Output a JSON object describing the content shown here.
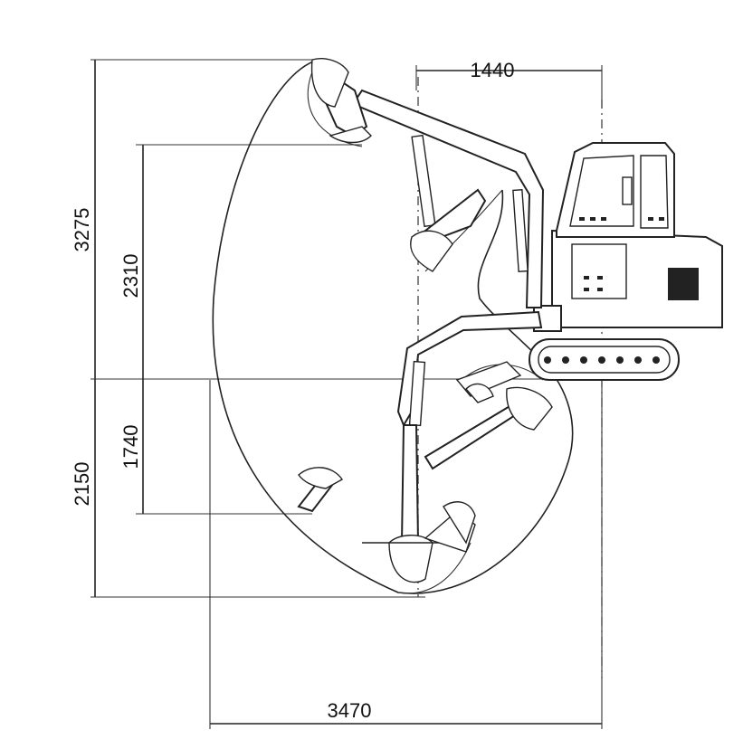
{
  "dimensions": {
    "max_reach_height": "3275",
    "max_dump_height": "2310",
    "max_dig_depth": "2150",
    "vertical_dig_depth": "1740",
    "min_swing_radius": "1440",
    "max_dig_reach": "3470"
  },
  "colors": {
    "line": "#222222",
    "background": "#ffffff"
  }
}
